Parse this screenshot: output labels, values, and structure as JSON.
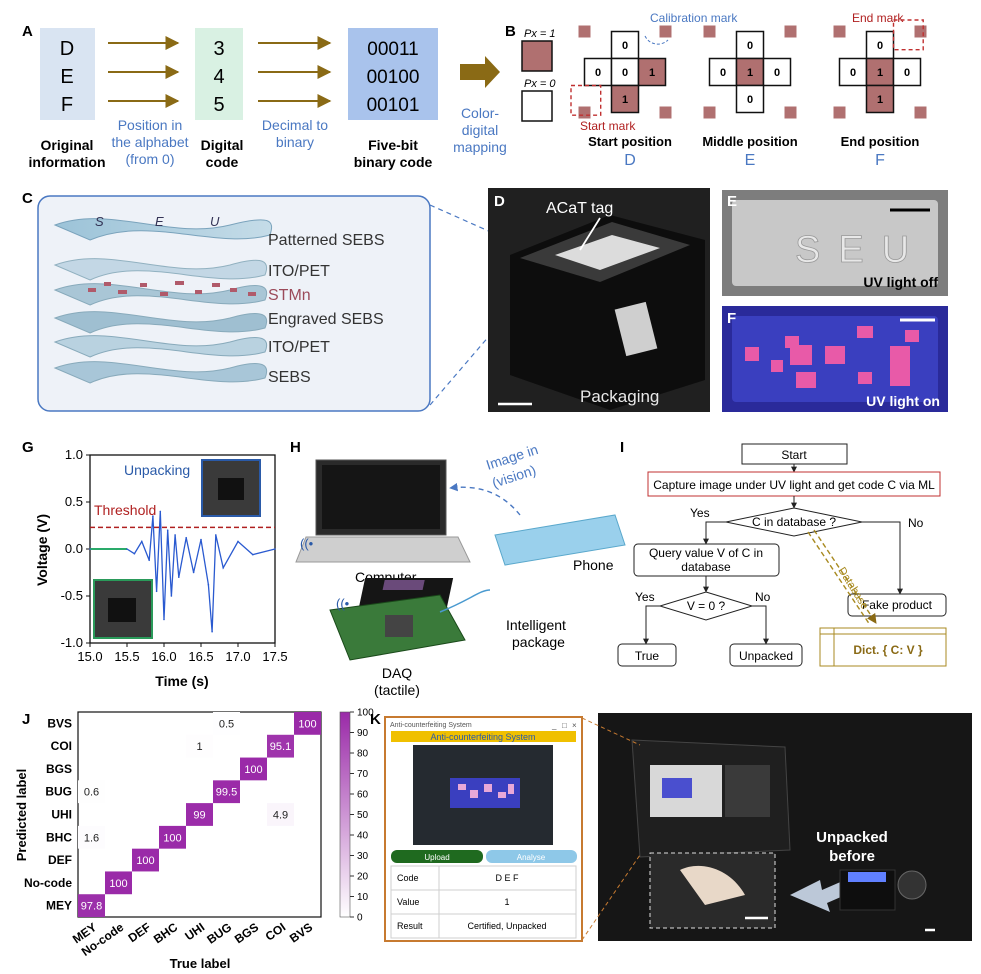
{
  "panels": {
    "A": {
      "letter": "A",
      "letters": [
        "D",
        "E",
        "F"
      ],
      "digits": [
        "3",
        "4",
        "5"
      ],
      "binary": [
        "00011",
        "00100",
        "00101"
      ],
      "step1": [
        "Position in",
        "the alphabet",
        "(from 0)"
      ],
      "step2": [
        "Decimal to",
        "binary"
      ],
      "step3": [
        "Color-",
        "digital",
        "mapping"
      ],
      "col1": [
        "Original",
        "information"
      ],
      "col2": [
        "Digital",
        "code"
      ],
      "col3": [
        "Five-bit",
        "binary code"
      ]
    },
    "B": {
      "letter": "B",
      "px1": "Px = 1",
      "px0": "Px = 0",
      "calibration": "Calibration mark",
      "start_mark": "Start mark",
      "end_mark": "End mark",
      "positions": [
        "Start position",
        "Middle position",
        "End position"
      ],
      "codes": [
        "D",
        "E",
        "F"
      ],
      "grid_vals": [
        [
          "0",
          "0",
          "0",
          "1",
          "1"
        ],
        [
          "0",
          "0",
          "1",
          "0",
          "0"
        ],
        [
          "0",
          "0",
          "1",
          "0",
          "1"
        ]
      ]
    },
    "C": {
      "letter": "C",
      "layers": [
        "Patterned SEBS",
        "ITO/PET",
        "STMn",
        "Engraved SEBS",
        "ITO/PET",
        "SEBS"
      ],
      "seu": [
        "S",
        "E",
        "U"
      ]
    },
    "D": {
      "letter": "D",
      "tag": "ACaT  tag",
      "packaging": "Packaging"
    },
    "E": {
      "letter": "E",
      "label": "UV light off",
      "text": "SEU"
    },
    "F": {
      "letter": "F",
      "label": "UV light on"
    },
    "G": {
      "letter": "G",
      "unpacking": "Unpacking",
      "threshold": "Threshold",
      "ylabel": "Voltage (V)",
      "xlabel": "Time (s)",
      "xticks": [
        "15.0",
        "15.5",
        "16.0",
        "16.5",
        "17.0",
        "17.5"
      ],
      "yticks": [
        "1.0",
        "0.5",
        "0.0",
        "-0.5",
        "-1.0"
      ]
    },
    "H": {
      "letter": "H",
      "computer": "Computer",
      "phone": "Phone",
      "image_in": [
        "Image in",
        "(vision)"
      ],
      "package": [
        "Intelligent",
        "package"
      ],
      "daq": [
        "DAQ",
        "(tactile)"
      ]
    },
    "I": {
      "letter": "I",
      "start": "Start",
      "capture": "Capture image under UV light and get code C via ML",
      "decision1": "C in database ?",
      "yes": "Yes",
      "no": "No",
      "query": [
        "Query value V of C in",
        "database"
      ],
      "decision2": "V = 0 ?",
      "database": "Database",
      "fake": "Fake product",
      "true_label": "True",
      "unpacked": "Unpacked",
      "dict": "Dict. { C: V }"
    },
    "J": {
      "letter": "J",
      "ylabel": "Predicted label",
      "xlabel": "True label",
      "x_labels": [
        "MEY",
        "No-code",
        "DEF",
        "BHC",
        "UHI",
        "BUG",
        "BGS",
        "COI",
        "BVS"
      ],
      "y_labels": [
        "BVS",
        "COI",
        "BGS",
        "BUG",
        "UHI",
        "BHC",
        "DEF",
        "No-code",
        "MEY"
      ],
      "colorbar_ticks": [
        "100",
        "90",
        "80",
        "70",
        "60",
        "50",
        "40",
        "30",
        "20",
        "10",
        "0"
      ]
    },
    "K": {
      "letter": "K",
      "window_title": "Anti-counterfeiting System",
      "heading": "Anti-counterfeiting System",
      "upload": "Upload",
      "analyse": "Analyse",
      "rows": [
        {
          "label": "Code",
          "value": "D E F"
        },
        {
          "label": "Value",
          "value": "1"
        },
        {
          "label": "Result",
          "value": "Certified, Unpacked"
        }
      ],
      "unpacked_before": [
        "Unpacked",
        "before"
      ]
    }
  },
  "chart_data": [
    {
      "type": "heatmap",
      "x_categories": [
        "MEY",
        "No-code",
        "DEF",
        "BHC",
        "UHI",
        "BUG",
        "BGS",
        "COI",
        "BVS"
      ],
      "y_categories": [
        "MEY",
        "No-code",
        "DEF",
        "BHC",
        "UHI",
        "BUG",
        "BGS",
        "COI",
        "BVS"
      ],
      "cells": [
        {
          "x": "MEY",
          "y": "MEY",
          "value": 97.8
        },
        {
          "x": "No-code",
          "y": "No-code",
          "value": 100
        },
        {
          "x": "DEF",
          "y": "DEF",
          "value": 100
        },
        {
          "x": "BHC",
          "y": "BHC",
          "value": 100
        },
        {
          "x": "UHI",
          "y": "UHI",
          "value": 99
        },
        {
          "x": "BUG",
          "y": "BUG",
          "value": 99.5
        },
        {
          "x": "BGS",
          "y": "BGS",
          "value": 100
        },
        {
          "x": "COI",
          "y": "COI",
          "value": 95.1
        },
        {
          "x": "BVS",
          "y": "BVS",
          "value": 100
        },
        {
          "x": "MEY",
          "y": "BHC",
          "value": 1.6
        },
        {
          "x": "MEY",
          "y": "BUG",
          "value": 0.6
        },
        {
          "x": "UHI",
          "y": "COI",
          "value": 1
        },
        {
          "x": "BUG",
          "y": "BVS",
          "value": 0.5
        },
        {
          "x": "COI",
          "y": "UHI",
          "value": 4.9
        }
      ],
      "colorbar_range": [
        0,
        100
      ],
      "xlabel": "True label",
      "ylabel": "Predicted label"
    },
    {
      "type": "line",
      "xlabel": "Time (s)",
      "ylabel": "Voltage (V)",
      "xlim": [
        15.0,
        17.5
      ],
      "ylim": [
        -1.0,
        1.0
      ],
      "threshold": 0.23,
      "series": [
        {
          "x": [
            15.0,
            15.5,
            15.6,
            15.7,
            15.8,
            15.85,
            15.9,
            15.95,
            16.0,
            16.05,
            16.1,
            16.15,
            16.2,
            16.3,
            16.4,
            16.5,
            16.6,
            16.65,
            16.7,
            16.8,
            17.0,
            17.2,
            17.5
          ],
          "y": [
            0.0,
            0.0,
            -0.05,
            0.08,
            -0.12,
            0.35,
            -0.45,
            0.4,
            -0.75,
            0.2,
            -0.5,
            0.15,
            -0.3,
            0.12,
            -0.25,
            0.1,
            -0.38,
            -0.88,
            0.15,
            -0.2,
            0.08,
            -0.06,
            0.0
          ]
        }
      ]
    }
  ]
}
